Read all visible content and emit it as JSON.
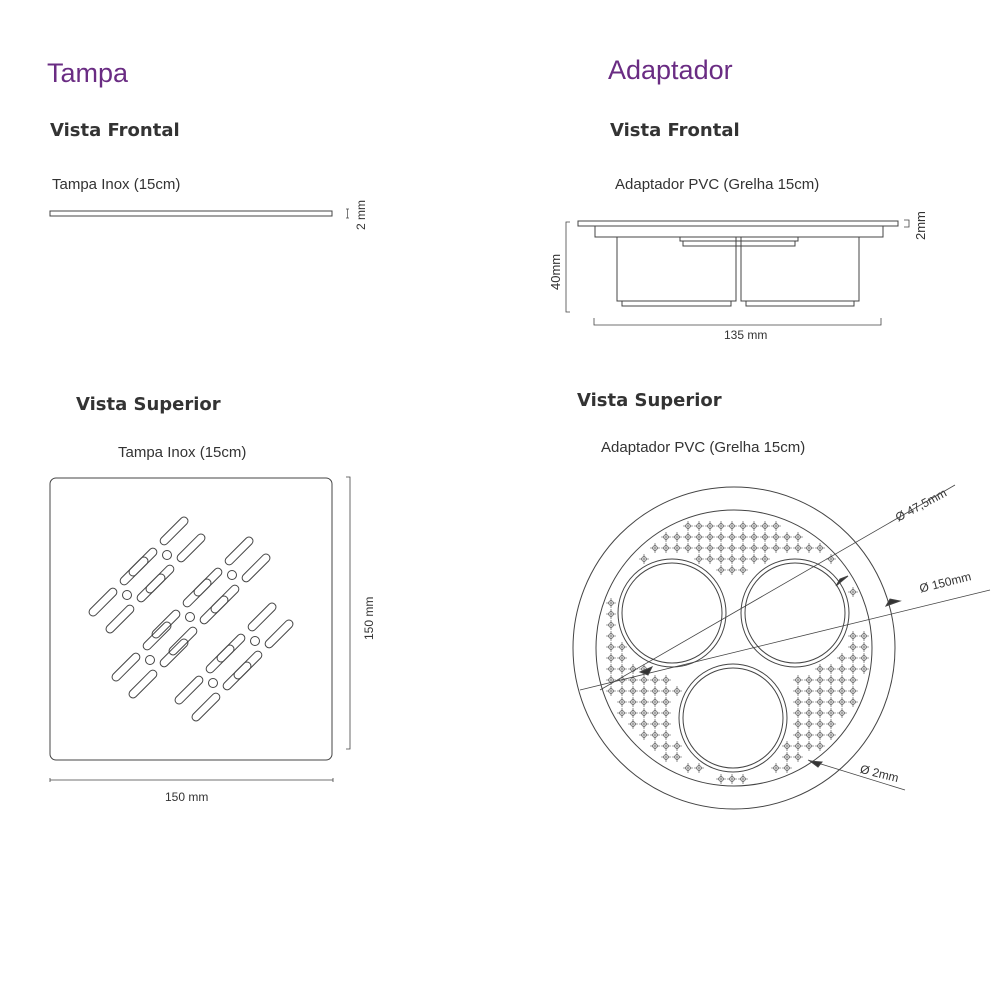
{
  "tampa": {
    "title": "Tampa",
    "front": {
      "heading": "Vista Frontal",
      "caption": "Tampa Inox (15cm)",
      "thickness": "2 mm"
    },
    "top": {
      "heading": "Vista Superior",
      "caption": "Tampa Inox (15cm)",
      "width": "150 mm",
      "height": "150 mm"
    }
  },
  "adaptador": {
    "title": "Adaptador",
    "front": {
      "heading": "Vista Frontal",
      "caption": "Adaptador PVC (Grelha 15cm)",
      "height": "40mm",
      "thickness": "2mm",
      "width": "135  mm"
    },
    "top": {
      "heading": "Vista Superior",
      "caption": "Adaptador PVC (Grelha 15cm)",
      "pipe_diameter": "Ø 47,5mm",
      "outer_diameter": "Ø 150mm",
      "hole_diameter": "Ø 2mm"
    }
  },
  "colors": {
    "title": "#6a2c83",
    "line": "#333333"
  }
}
